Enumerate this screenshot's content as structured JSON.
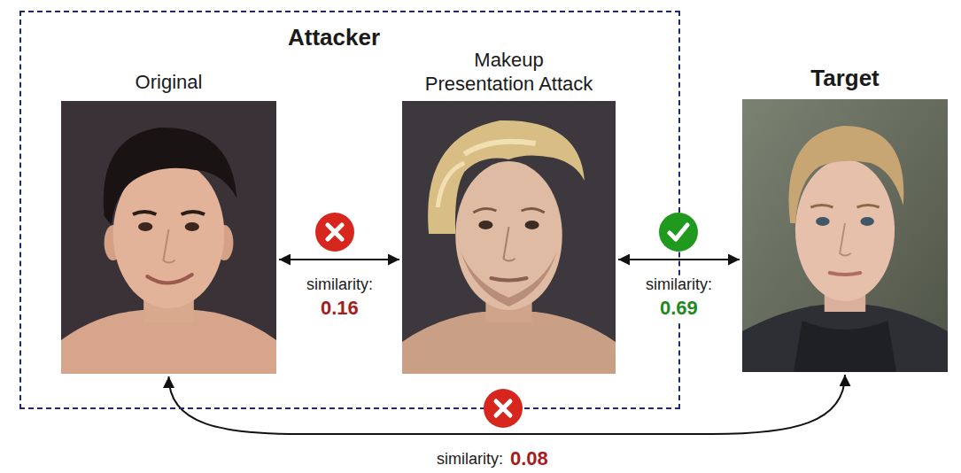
{
  "diagram": {
    "nodes": [
      {
        "text": [
          "Attacker"
        ]
      },
      {
        "text": [
          "Original"
        ],
        "in": 0
      },
      {
        "text": [
          "Makeup Presentation Attack"
        ],
        "in": 0
      },
      {
        "text": [
          "Target"
        ]
      }
    ],
    "edges": [
      {
        "from": 1,
        "to": 2,
        "arrow": "both",
        "label": "similarity:"
      },
      {
        "from": 2,
        "to": 3,
        "arrow": "both",
        "label": "similarity:"
      },
      {
        "from": 1,
        "to": 3,
        "arrow": "both",
        "label": "similarity:"
      }
    ],
    "labels": [
      "0.16",
      "0.69",
      "0.08"
    ]
  }
}
